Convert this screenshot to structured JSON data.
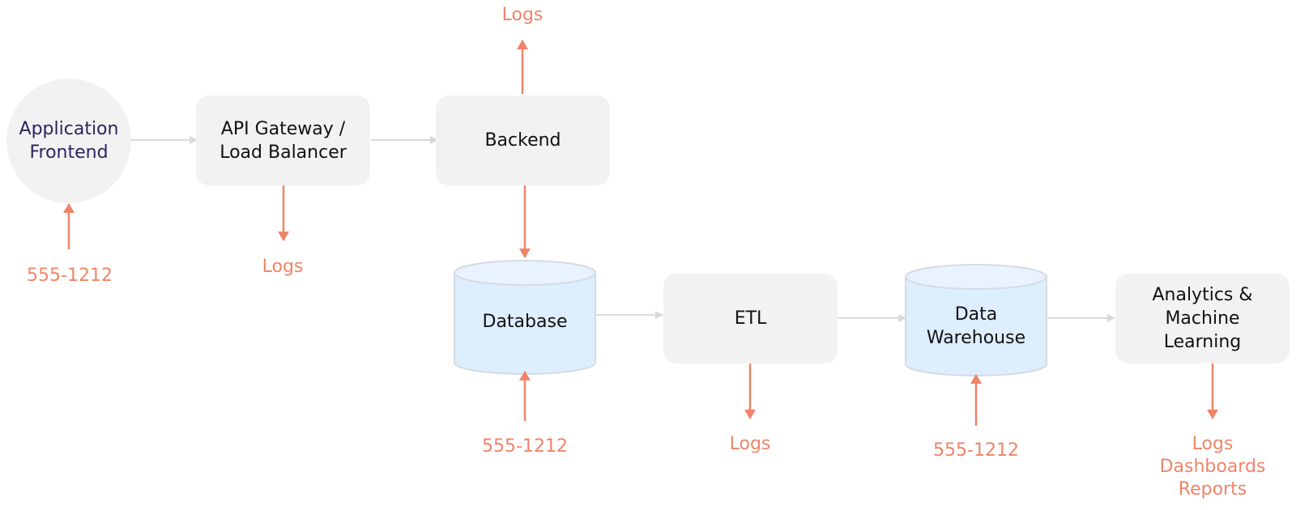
{
  "nodes": {
    "frontend": "Application\nFrontend",
    "gateway": "API Gateway /\nLoad Balancer",
    "backend": "Backend",
    "database": "Database",
    "etl": "ETL",
    "warehouse": "Data\nWarehouse",
    "analytics": "Analytics &\nMachine\nLearning"
  },
  "annotations": {
    "backend_out": "Logs",
    "gateway_out": "Logs",
    "frontend_in": "555-1212",
    "database_in": "555-1212",
    "etl_out": "Logs",
    "warehouse_in": "555-1212",
    "analytics_out": "Logs\nDashboards\nReports"
  },
  "colors": {
    "node_fill": "#f2f2f2",
    "storage_fill": "#ddeefe",
    "flow_arrow": "#d9d9d9",
    "annotation": "#f08468",
    "frontend_text": "#2a2560"
  }
}
